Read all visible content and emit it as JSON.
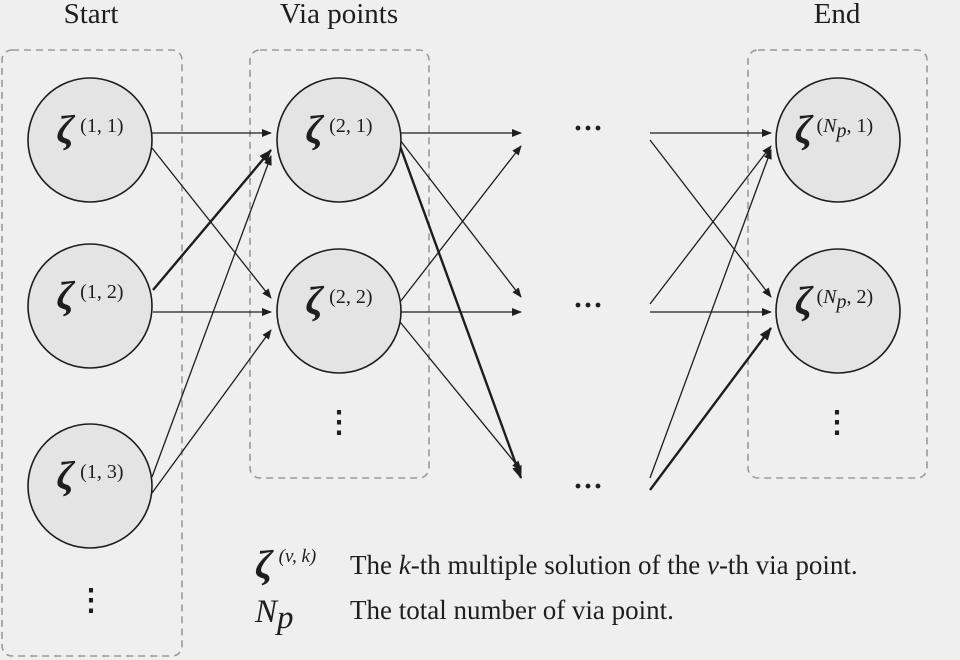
{
  "headers": {
    "start": "Start",
    "via": "Via points",
    "end": "End"
  },
  "nodes": {
    "zeta_symbol": "ζ",
    "s1": "(1, 1)",
    "s2": "(1, 2)",
    "s3": "(1, 3)",
    "v1": "(2, 1)",
    "v2": "(2, 2)",
    "e1_pre": "(",
    "e1_it": "N",
    "e1_sub": "p",
    "e1_post": ", 1)",
    "e2_pre": "(",
    "e2_it": "N",
    "e2_sub": "p",
    "e2_post": ", 2)"
  },
  "ellipsis_horizontal": "···",
  "ellipsis_vertical": "⋮",
  "legend": {
    "zeta_symbol": "ζ",
    "zeta_sup": "(v, k)",
    "zeta_desc_1": "The ",
    "zeta_desc_k": "k",
    "zeta_desc_2": "-th multiple solution of the ",
    "zeta_desc_v": "v",
    "zeta_desc_3": "-th via point.",
    "np_n": "N",
    "np_p": "p",
    "np_desc": "The total number of via point."
  }
}
